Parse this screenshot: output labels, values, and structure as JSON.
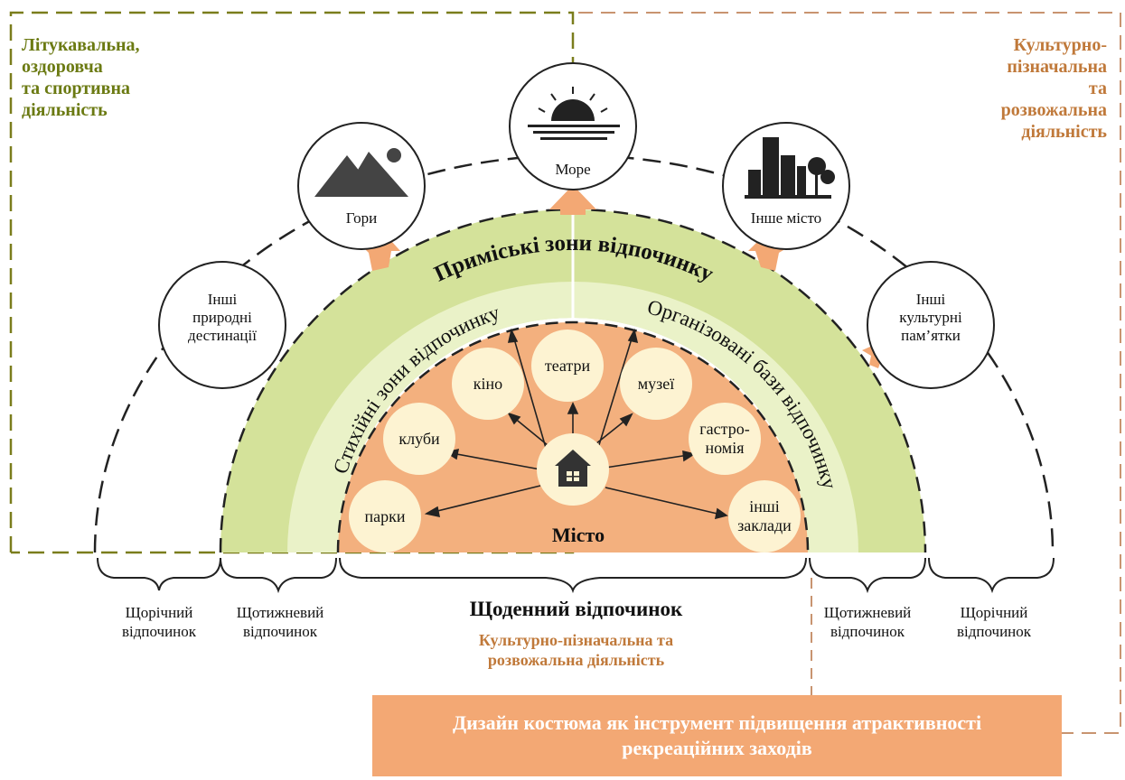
{
  "corner_labels": {
    "left": [
      "Літукавальна,",
      "оздоровча",
      "та спортивна",
      "діяльність"
    ],
    "right": [
      "Культурно-",
      "пізначальна",
      "та",
      "розвожальна",
      "діяльність"
    ]
  },
  "arc_labels": {
    "suburban": "Приміські зони відпочинку",
    "spontaneous": "Стихійні зони відпочинку",
    "organized": "Організовані бази відпочинку"
  },
  "destinations": {
    "mountains": "Гори",
    "sea": "Море",
    "other_city": "Інше місто",
    "other_nature": [
      "Інші",
      "природні",
      "дестинації"
    ],
    "other_culture": [
      "Інші",
      "культурні",
      "пам’ятки"
    ]
  },
  "venues": {
    "parks": "парки",
    "clubs": "клуби",
    "cinema": "кіно",
    "theatres": "театри",
    "museums": "музеї",
    "gastronomy": [
      "гастро-",
      "номія"
    ],
    "other_venues": [
      "інші",
      "заклади"
    ]
  },
  "city": "Місто",
  "bottom_labels": {
    "annual_left": [
      "Щорічний",
      "відпочинок"
    ],
    "weekly_left": [
      "Щотижневий",
      "відпочинок"
    ],
    "daily": "Щоденний відпочинок",
    "daily_activity": [
      "Культурно-пізначальна та",
      "розвожальна діяльність"
    ],
    "weekly_right": [
      "Щотижневий",
      "відпочинок"
    ],
    "annual_right": [
      "Щорічний",
      "відпочинок"
    ]
  },
  "banner": [
    "Дизайн костюма як інструмент підвищення атрактивності",
    "рекреаційних заходів"
  ],
  "colors": {
    "olive": "#6b7a12",
    "brown": "#c0793a",
    "green_band": "#d4e29a",
    "light_green": "#eaf2c8",
    "orange_fill": "#f3b07e",
    "venue_fill": "#fdf3d2",
    "arrow": "#f3a874",
    "banner": "#f3a874"
  }
}
